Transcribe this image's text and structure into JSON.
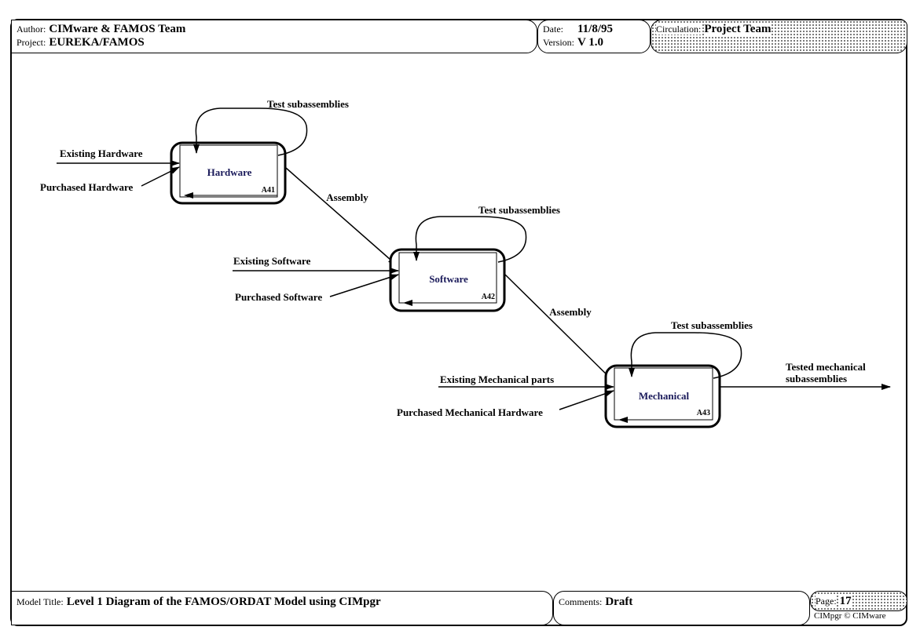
{
  "header": {
    "author_label": "Author:",
    "author": "CIMware & FAMOS Team",
    "project_label": "Project:",
    "project": "EUREKA/FAMOS",
    "date_label": "Date:",
    "date": "11/8/95",
    "version_label": "Version:",
    "version": "V 1.0",
    "circulation_label": "Circulation:",
    "circulation": "Project Team"
  },
  "footer": {
    "model_title_label": "Model Title:",
    "model_title": "Level 1 Diagram of the FAMOS/ORDAT Model using CIMpgr",
    "comments_label": "Comments:",
    "comments": "Draft",
    "page_label": "Page:",
    "page": "17",
    "copyright": "CIMpgr © CIMware"
  },
  "diagram": {
    "activities": [
      {
        "name": "Hardware",
        "id": "A41"
      },
      {
        "name": "Software",
        "id": "A42"
      },
      {
        "name": "Mechanical",
        "id": "A43"
      }
    ],
    "flows": {
      "existing_hardware": "Existing Hardware",
      "purchased_hardware": "Purchased Hardware",
      "test_hw": "Test subassemblies",
      "assembly_1": "Assembly",
      "existing_software": "Existing Software",
      "purchased_software": "Purchased Software",
      "test_sw": "Test subassemblies",
      "assembly_2": "Assembly",
      "existing_mech": "Existing Mechanical parts",
      "purchased_mech": "Purchased Mechanical Hardware",
      "test_mech": "Test subassemblies",
      "output_line1": "Tested mechanical",
      "output_line2": "subassemblies"
    }
  }
}
